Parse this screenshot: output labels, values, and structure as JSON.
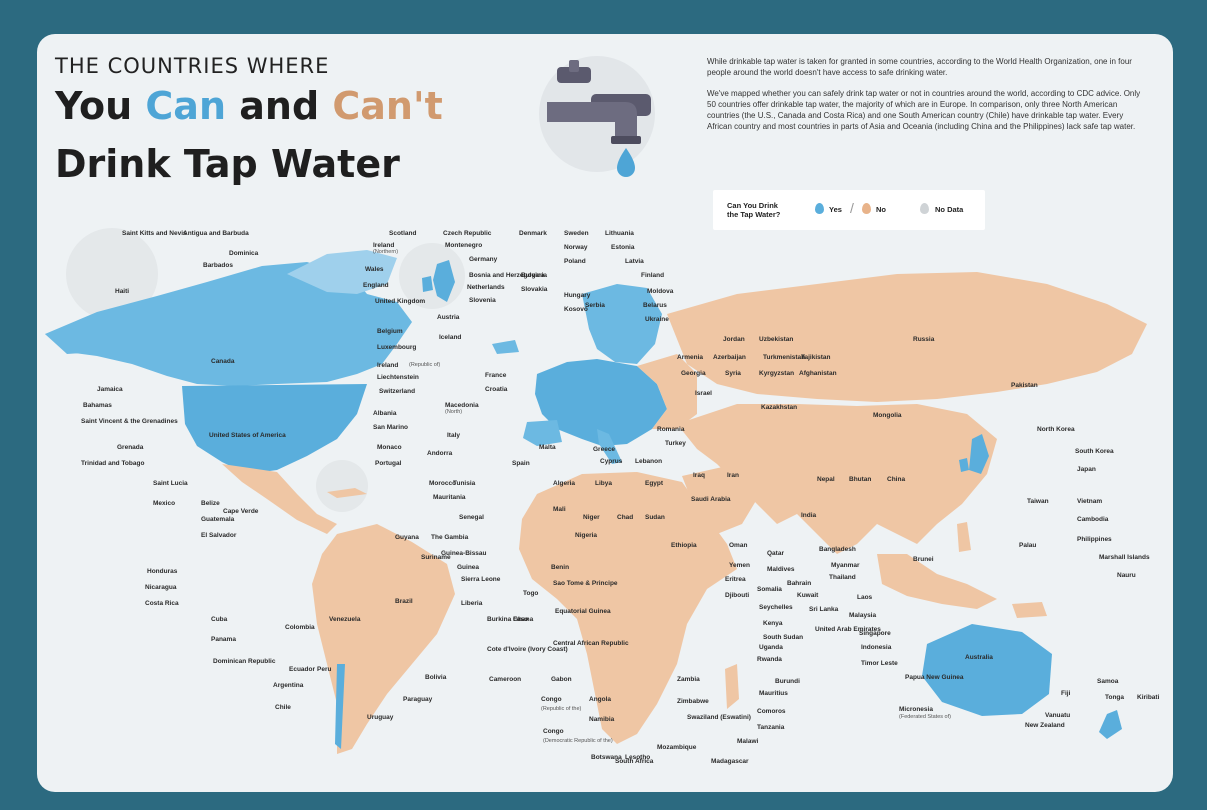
{
  "title": {
    "subtitle": "THE COUNTRIES WHERE",
    "line1_a": "You ",
    "line1_can": "Can",
    "line1_b": " and ",
    "line1_cant": "Can't",
    "line2": "Drink Tap Water"
  },
  "intro": {
    "p1": "While drinkable tap water is taken for granted in some countries, according to the World Health Organization, one in four people around the world doesn't have access to safe drinking water.",
    "p2": "We've mapped whether you can safely drink tap water or not in countries around the world, according to CDC advice. Only 50 countries offer drinkable tap water, the majority of which are in Europe. In comparison, only three North American countries (the U.S., Canada and Costa Rica) and one South American country (Chile) have drinkable tap water. Every African country and most countries in parts of Asia and Oceania (including China and the Philippines) lack safe tap water."
  },
  "legend": {
    "title": "Can You Drink the Tap Water?",
    "yes": "Yes",
    "no": "No",
    "no_data": "No Data",
    "colors": {
      "yes": "#5aaedc",
      "no": "#e8b38a",
      "no_data": "#cfd3d6"
    }
  },
  "colors": {
    "background": "#2c6a80",
    "card": "#eef2f4",
    "land_no": "#efc6a4",
    "land_yes": "#6cb9e2"
  },
  "labels": [
    {
      "t": "Saint Kitts and Nevis"
    },
    {
      "t": "Antigua and Barbuda"
    },
    {
      "t": "Dominica"
    },
    {
      "t": "Barbados"
    },
    {
      "t": "Haiti"
    },
    {
      "t": "Scotland"
    },
    {
      "t": "Ireland"
    },
    {
      "t": "(Northern)",
      "sm": true
    },
    {
      "t": "Wales"
    },
    {
      "t": "England"
    },
    {
      "t": "United Kingdom"
    },
    {
      "t": "Czech Republic"
    },
    {
      "t": "Montenegro"
    },
    {
      "t": "Germany"
    },
    {
      "t": "Bosnia and Herzegovina"
    },
    {
      "t": "Netherlands"
    },
    {
      "t": "Slovenia"
    },
    {
      "t": "Austria"
    },
    {
      "t": "Denmark"
    },
    {
      "t": "Bulgaria"
    },
    {
      "t": "Slovakia"
    },
    {
      "t": "Sweden"
    },
    {
      "t": "Norway"
    },
    {
      "t": "Poland"
    },
    {
      "t": "Hungary"
    },
    {
      "t": "Kosovo"
    },
    {
      "t": "Lithuania"
    },
    {
      "t": "Estonia"
    },
    {
      "t": "Latvia"
    },
    {
      "t": "Finland"
    },
    {
      "t": "Serbia"
    },
    {
      "t": "Moldova"
    },
    {
      "t": "Belarus"
    },
    {
      "t": "Ukraine"
    },
    {
      "t": "Belgium"
    },
    {
      "t": "Iceland"
    },
    {
      "t": "Luxembourg"
    },
    {
      "t": "Ireland"
    },
    {
      "t": "(Republic of)",
      "sm": true
    },
    {
      "t": "Liechtenstein"
    },
    {
      "t": "Switzerland"
    },
    {
      "t": "France"
    },
    {
      "t": "Croatia"
    },
    {
      "t": "Albania"
    },
    {
      "t": "Macedonia"
    },
    {
      "t": "(North)",
      "sm": true
    },
    {
      "t": "San Marino"
    },
    {
      "t": "Italy"
    },
    {
      "t": "Monaco"
    },
    {
      "t": "Portugal"
    },
    {
      "t": "Andorra"
    },
    {
      "t": "Spain"
    },
    {
      "t": "Malta"
    },
    {
      "t": "Greece"
    },
    {
      "t": "Romania"
    },
    {
      "t": "Turkey"
    },
    {
      "t": "Cyprus"
    },
    {
      "t": "Lebanon"
    },
    {
      "t": "Jordan"
    },
    {
      "t": "Armenia"
    },
    {
      "t": "Azerbaijan"
    },
    {
      "t": "Georgia"
    },
    {
      "t": "Syria"
    },
    {
      "t": "Israel"
    },
    {
      "t": "Uzbekistan"
    },
    {
      "t": "Turkmenistan"
    },
    {
      "t": "Tajikistan"
    },
    {
      "t": "Kyrgyzstan"
    },
    {
      "t": "Afghanistan"
    },
    {
      "t": "Kazakhstan"
    },
    {
      "t": "Russia"
    },
    {
      "t": "Pakistan"
    },
    {
      "t": "Mongolia"
    },
    {
      "t": "North Korea"
    },
    {
      "t": "South Korea"
    },
    {
      "t": "Japan"
    },
    {
      "t": "Canada"
    },
    {
      "t": "United States of America"
    },
    {
      "t": "Jamaica"
    },
    {
      "t": "Bahamas"
    },
    {
      "t": "Saint Vincent & the Grenadines"
    },
    {
      "t": "Grenada"
    },
    {
      "t": "Trinidad and Tobago"
    },
    {
      "t": "Saint Lucia"
    },
    {
      "t": "Mexico"
    },
    {
      "t": "Belize"
    },
    {
      "t": "Guatemala"
    },
    {
      "t": "El Salvador"
    },
    {
      "t": "Honduras"
    },
    {
      "t": "Nicaragua"
    },
    {
      "t": "Costa Rica"
    },
    {
      "t": "Cuba"
    },
    {
      "t": "Panama"
    },
    {
      "t": "Dominican Republic"
    },
    {
      "t": "Colombia"
    },
    {
      "t": "Venezuela"
    },
    {
      "t": "Ecuador"
    },
    {
      "t": "Peru"
    },
    {
      "t": "Argentina"
    },
    {
      "t": "Chile"
    },
    {
      "t": "Uruguay"
    },
    {
      "t": "Paraguay"
    },
    {
      "t": "Bolivia"
    },
    {
      "t": "Brazil"
    },
    {
      "t": "Guyana"
    },
    {
      "t": "Suriname"
    },
    {
      "t": "The Gambia"
    },
    {
      "t": "Guinea-Bissau"
    },
    {
      "t": "Guinea"
    },
    {
      "t": "Cape Verde"
    },
    {
      "t": "Senegal"
    },
    {
      "t": "Morocco"
    },
    {
      "t": "Tunisia"
    },
    {
      "t": "Mauritania"
    },
    {
      "t": "Algeria"
    },
    {
      "t": "Libya"
    },
    {
      "t": "Egypt"
    },
    {
      "t": "Mali"
    },
    {
      "t": "Niger"
    },
    {
      "t": "Chad"
    },
    {
      "t": "Sudan"
    },
    {
      "t": "Nigeria"
    },
    {
      "t": "Iraq"
    },
    {
      "t": "Iran"
    },
    {
      "t": "Sierra Leone"
    },
    {
      "t": "Liberia"
    },
    {
      "t": "Togo"
    },
    {
      "t": "Benin"
    },
    {
      "t": "Burkina Faso"
    },
    {
      "t": "Ghana"
    },
    {
      "t": "Sao Tome & Principe"
    },
    {
      "t": "Equatorial Guinea"
    },
    {
      "t": "Cote d'Ivoire (Ivory Coast)"
    },
    {
      "t": "Central African Republic"
    },
    {
      "t": "Cameroon"
    },
    {
      "t": "Gabon"
    },
    {
      "t": "Congo"
    },
    {
      "t": "(Republic of the)",
      "sm": true
    },
    {
      "t": "Congo"
    },
    {
      "t": "(Democratic Republic of the)",
      "sm": true
    },
    {
      "t": "Angola"
    },
    {
      "t": "Namibia"
    },
    {
      "t": "Botswana"
    },
    {
      "t": "Lesotho"
    },
    {
      "t": "South Africa"
    },
    {
      "t": "Mozambique"
    },
    {
      "t": "Madagascar"
    },
    {
      "t": "Zambia"
    },
    {
      "t": "Zimbabwe"
    },
    {
      "t": "Swaziland (Eswatini)"
    },
    {
      "t": "Malawi"
    },
    {
      "t": "Tanzania"
    },
    {
      "t": "Comoros"
    },
    {
      "t": "Mauritius"
    },
    {
      "t": "Burundi"
    },
    {
      "t": "Rwanda"
    },
    {
      "t": "Uganda"
    },
    {
      "t": "Ethiopia"
    },
    {
      "t": "Saudi Arabia"
    },
    {
      "t": "Oman"
    },
    {
      "t": "Yemen"
    },
    {
      "t": "Eritrea"
    },
    {
      "t": "Djibouti"
    },
    {
      "t": "Somalia"
    },
    {
      "t": "Seychelles"
    },
    {
      "t": "Kenya"
    },
    {
      "t": "South Sudan"
    },
    {
      "t": "United Arab Emirates"
    },
    {
      "t": "Qatar"
    },
    {
      "t": "Maldives"
    },
    {
      "t": "Bahrain"
    },
    {
      "t": "Kuwait"
    },
    {
      "t": "Sri Lanka"
    },
    {
      "t": "India"
    },
    {
      "t": "Nepal"
    },
    {
      "t": "Bhutan"
    },
    {
      "t": "China"
    },
    {
      "t": "Bangladesh"
    },
    {
      "t": "Myanmar"
    },
    {
      "t": "Thailand"
    },
    {
      "t": "Laos"
    },
    {
      "t": "Malaysia"
    },
    {
      "t": "Singapore"
    },
    {
      "t": "Indonesia"
    },
    {
      "t": "Timor Leste"
    },
    {
      "t": "Brunei"
    },
    {
      "t": "Taiwan"
    },
    {
      "t": "Vietnam"
    },
    {
      "t": "Cambodia"
    },
    {
      "t": "Philippines"
    },
    {
      "t": "Palau"
    },
    {
      "t": "Marshall Islands"
    },
    {
      "t": "Nauru"
    },
    {
      "t": "Australia"
    },
    {
      "t": "Papua New Guinea"
    },
    {
      "t": "Micronesia"
    },
    {
      "t": "(Federated States of)",
      "sm": true
    },
    {
      "t": "New Zealand"
    },
    {
      "t": "Vanuatu"
    },
    {
      "t": "Fiji"
    },
    {
      "t": "Samoa"
    },
    {
      "t": "Tonga"
    },
    {
      "t": "Kiribati"
    }
  ]
}
